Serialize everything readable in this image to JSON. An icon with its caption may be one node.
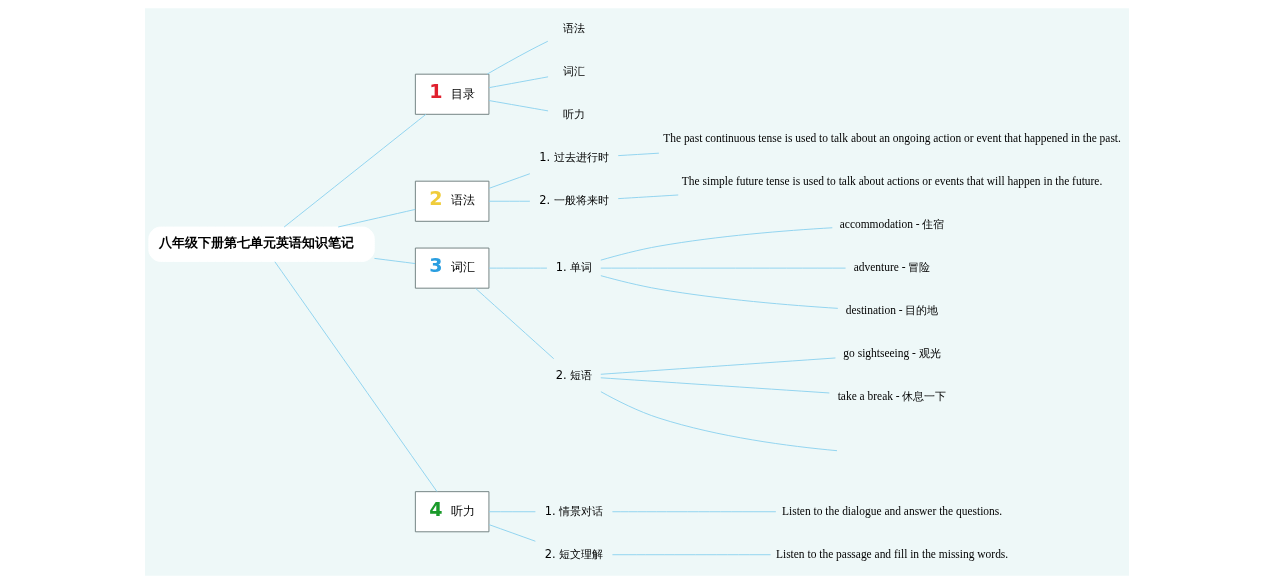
{
  "diagram": {
    "nodes": [
      {
        "text": [
          "八年级下册第七单元英语知识笔记"
        ]
      },
      {
        "text": [
          "1",
          "目录"
        ]
      },
      {
        "text": [
          "语法"
        ]
      },
      {
        "text": [
          "词汇"
        ]
      },
      {
        "text": [
          "听力"
        ]
      },
      {
        "text": [
          "2",
          "语法"
        ]
      },
      {
        "text": [
          "1. 过去进行时"
        ]
      },
      {
        "text": [
          "The past continuous tense is used to talk about an ongoing action or event that happened in the past."
        ]
      },
      {
        "text": [
          "2. 一般将来时"
        ]
      },
      {
        "text": [
          "The simple future tense is used to talk about actions or events that will happen in the future."
        ]
      },
      {
        "text": [
          "3",
          "词汇"
        ]
      },
      {
        "text": [
          "1. 单词"
        ]
      },
      {
        "text": [
          "accommodation - 住宿"
        ]
      },
      {
        "text": [
          "adventure - 冒险"
        ]
      },
      {
        "text": [
          "destination - 目的地"
        ]
      },
      {
        "text": [
          "2. 短语"
        ]
      },
      {
        "text": [
          "go sightseeing - 观光"
        ]
      },
      {
        "text": [
          "take a break - 休息一下"
        ]
      },
      {
        "text": [
          "4",
          "听力"
        ]
      },
      {
        "text": [
          "1. 情景对话"
        ]
      },
      {
        "text": [
          "Listen to the dialogue and answer the questions."
        ]
      },
      {
        "text": [
          "2. 短文理解"
        ]
      },
      {
        "text": [
          "Listen to the passage and fill in the missing words."
        ]
      }
    ],
    "edges": [
      {
        "from": 0,
        "to": 1,
        "arrow": "none"
      },
      {
        "from": 1,
        "to": 2,
        "arrow": "none"
      },
      {
        "from": 1,
        "to": 3,
        "arrow": "none"
      },
      {
        "from": 1,
        "to": 4,
        "arrow": "none"
      },
      {
        "from": 0,
        "to": 5,
        "arrow": "none"
      },
      {
        "from": 5,
        "to": 6,
        "arrow": "none"
      },
      {
        "from": 6,
        "to": 7,
        "arrow": "none"
      },
      {
        "from": 5,
        "to": 8,
        "arrow": "none"
      },
      {
        "from": 8,
        "to": 9,
        "arrow": "none"
      },
      {
        "from": 0,
        "to": 10,
        "arrow": "none"
      },
      {
        "from": 10,
        "to": 11,
        "arrow": "none"
      },
      {
        "from": 11,
        "to": 12,
        "arrow": "none"
      },
      {
        "from": 11,
        "to": 13,
        "arrow": "none"
      },
      {
        "from": 11,
        "to": 14,
        "arrow": "none"
      },
      {
        "from": 10,
        "to": 15,
        "arrow": "none"
      },
      {
        "from": 15,
        "to": 16,
        "arrow": "none"
      },
      {
        "from": 15,
        "to": 17,
        "arrow": "none"
      },
      {
        "from": 15,
        "to": null,
        "arrow": "none"
      },
      {
        "from": 0,
        "to": 18,
        "arrow": "none"
      },
      {
        "from": 18,
        "to": 19,
        "arrow": "none"
      },
      {
        "from": 19,
        "to": 20,
        "arrow": "none"
      },
      {
        "from": 18,
        "to": 21,
        "arrow": "none"
      },
      {
        "from": 21,
        "to": 22,
        "arrow": "none"
      }
    ]
  }
}
